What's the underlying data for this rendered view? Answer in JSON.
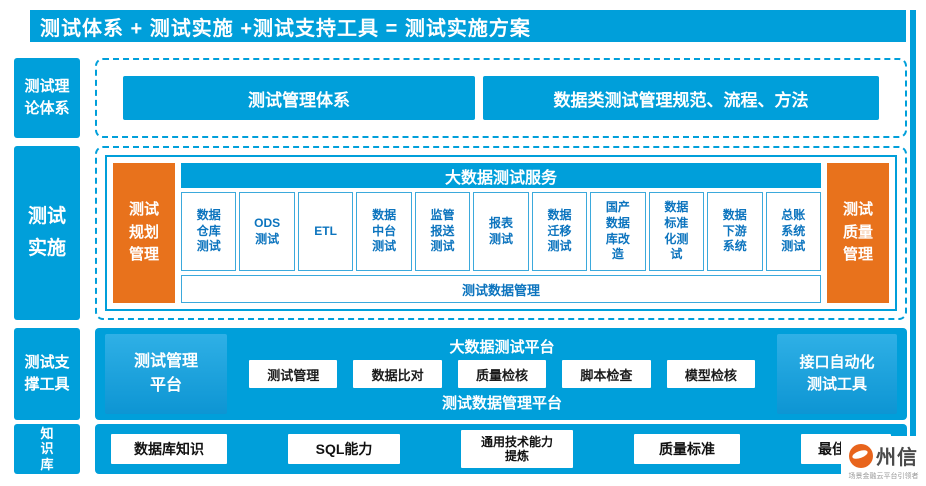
{
  "header": {
    "title": "测试体系 + 测试实施 +测试支持工具 = 测试实施方案"
  },
  "sidebar": {
    "theory": "测试理\n论体系",
    "implementation": "测试\n实施",
    "support": "测试支\n撑工具",
    "knowledge": "知\n识\n库"
  },
  "theory_row": {
    "box1": "测试管理体系",
    "box2": "数据类测试管理规范、流程、方法"
  },
  "impl_row": {
    "left": "测试\n规划\n管理",
    "right": "测试\n质量\n管理",
    "header": "大数据测试服务",
    "services": [
      "数据\n仓库\n测试",
      "ODS\n测试",
      "ETL",
      "数据\n中台\n测试",
      "监管\n报送\n测试",
      "报表\n测试",
      "数据\n迁移\n测试",
      "国产\n数据\n库改\n造",
      "数据\n标准\n化测\n试",
      "数据\n下游\n系统",
      "总账\n系统\n测试"
    ],
    "bottom": "测试数据管理"
  },
  "support_row": {
    "left": "测试管理\n平台",
    "header": "大数据测试平台",
    "tools": [
      "测试管理",
      "数据比对",
      "质量检核",
      "脚本检查",
      "模型检核"
    ],
    "bottom": "测试数据管理平台",
    "right": "接口自动化\n测试工具"
  },
  "knowledge_row": {
    "items": [
      "数据库知识",
      "SQL能力",
      "通用技术能力\n提炼",
      "质量标准",
      "最佳实践"
    ]
  },
  "logo": {
    "text": "州信",
    "tagline": "场景金融云平台引领者"
  },
  "colors": {
    "blue": "#009FDA",
    "orange": "#E8721C"
  }
}
